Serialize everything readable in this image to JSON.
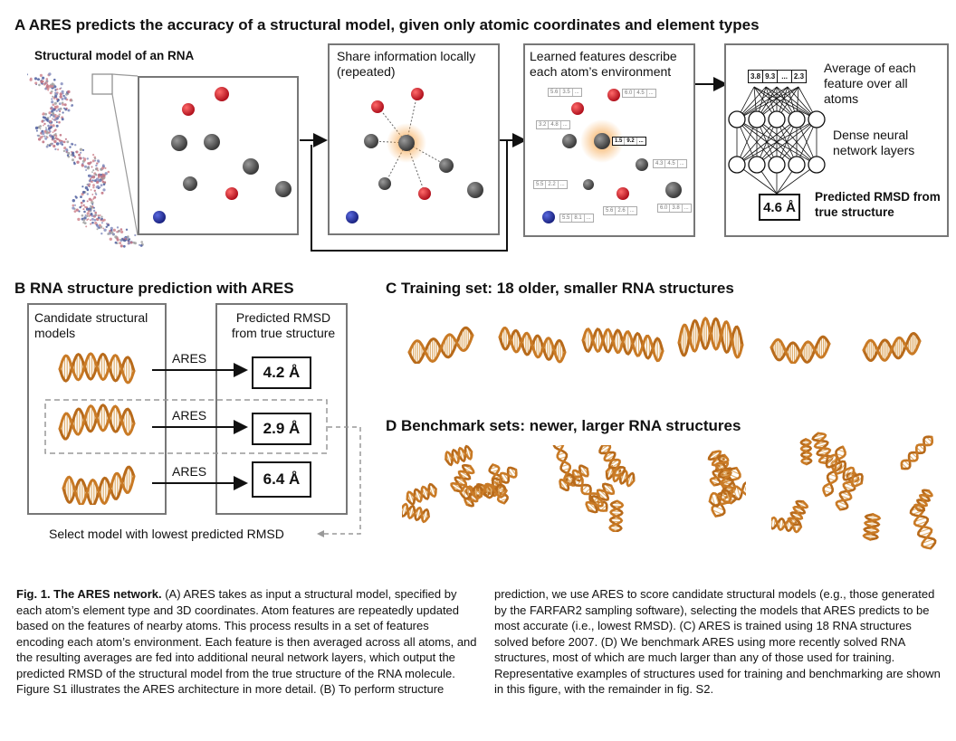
{
  "panelA": {
    "title": "A  ARES predicts the accuracy of a structural model, given only atomic coordinates and element types",
    "structural_model_label": "Structural model of an RNA",
    "share_label": "Share information locally (repeated)",
    "learned_label": "Learned features describe each atom’s environment",
    "average_label": "Average of each feature over all atoms",
    "dense_label": "Dense neural network layers",
    "predicted_label": "Predicted RMSD from true structure",
    "output_value": "4.6 Å",
    "avg_vector": [
      "3.8",
      "9.3",
      "...",
      "2.3"
    ],
    "highlight_vector": [
      "1.5",
      "9.2",
      "..."
    ],
    "feature_vectors": [
      [
        "5.6",
        "3.5",
        "..."
      ],
      [
        "6.0",
        "4.5",
        "..."
      ],
      [
        "3.2",
        "4.8",
        "..."
      ],
      [
        "4.3",
        "4.5",
        "..."
      ],
      [
        "5.5",
        "2.2",
        "..."
      ],
      [
        "5.6",
        "2.6",
        "..."
      ],
      [
        "6.0",
        "3.8",
        "..."
      ],
      [
        "5.5",
        "8.1",
        "..."
      ]
    ],
    "colors": {
      "oxygen": "#d0202c",
      "carbon": "#4d4d4d",
      "nitrogen": "#2233a0",
      "glow": "#f5a040"
    }
  },
  "panelB": {
    "title": "B  RNA structure prediction with ARES",
    "candidates_label": "Candidate structural models",
    "predicted_label": "Predicted RMSD from true structure",
    "arrow_label": "ARES",
    "rmsd_values": [
      "4.2 Å",
      "2.9 Å",
      "6.4 Å"
    ],
    "select_label": "Select model with lowest predicted RMSD"
  },
  "panelC": {
    "title": "C  Training set: 18 older, smaller RNA structures"
  },
  "panelD": {
    "title": "D  Benchmark sets: newer, larger RNA structures"
  },
  "caption": {
    "left": {
      "bold": "Fig. 1. The ARES network.",
      "text": " (A) ARES takes as input a structural model, specified by each atom’s element type and 3D coordinates. Atom features are repeatedly updated based on the features of nearby atoms. This process results in a set of features encoding each atom’s environment. Each feature is then averaged across all atoms, and the resulting averages are fed into additional neural network layers, which output the predicted RMSD of the structural model from the true structure of the RNA molecule. Figure S1 illustrates the ARES architecture in more detail. (B) To perform structure"
    },
    "right": {
      "text": "prediction, we use ARES to score candidate structural models (e.g., those generated by the FARFAR2 sampling software), selecting the models that ARES predicts to be most accurate (i.e., lowest RMSD). (C) ARES is trained using 18 RNA structures solved before 2007. (D) We benchmark ARES using more recently solved RNA structures, most of which are much larger than any of those used for training. Representative examples of structures used for training and benchmarking are shown in this figure, with the remainder in fig. S2."
    }
  }
}
